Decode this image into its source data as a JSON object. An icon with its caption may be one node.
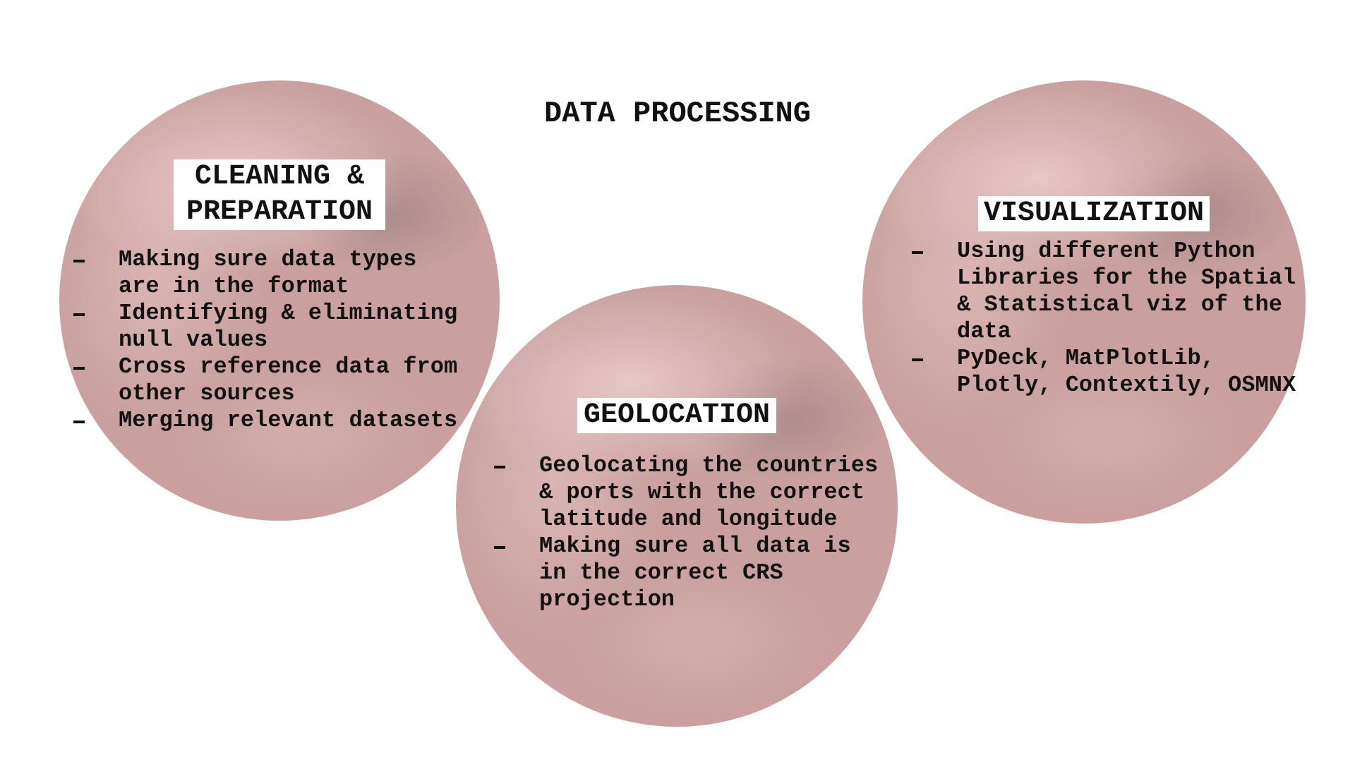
{
  "diagram": {
    "title": "DATA PROCESSING",
    "nodes": [
      {
        "text": [
          "CLEANING & PREPARATION",
          "Making sure data types are in the format",
          "Identifying & eliminating null values",
          "Cross reference data from other sources",
          "Merging relevant datasets"
        ]
      },
      {
        "text": [
          "GEOLOCATION",
          "Geolocating the countries & ports with the correct latitude and longitude",
          "Making sure all data is in the correct CRS projection"
        ]
      },
      {
        "text": [
          "VISUALIZATION",
          "Using different Python Libraries for the Spatial & Statistical viz of the data",
          "PyDeck, MatPlotLib, Plotly, Contextily, OSMNX"
        ]
      }
    ]
  }
}
